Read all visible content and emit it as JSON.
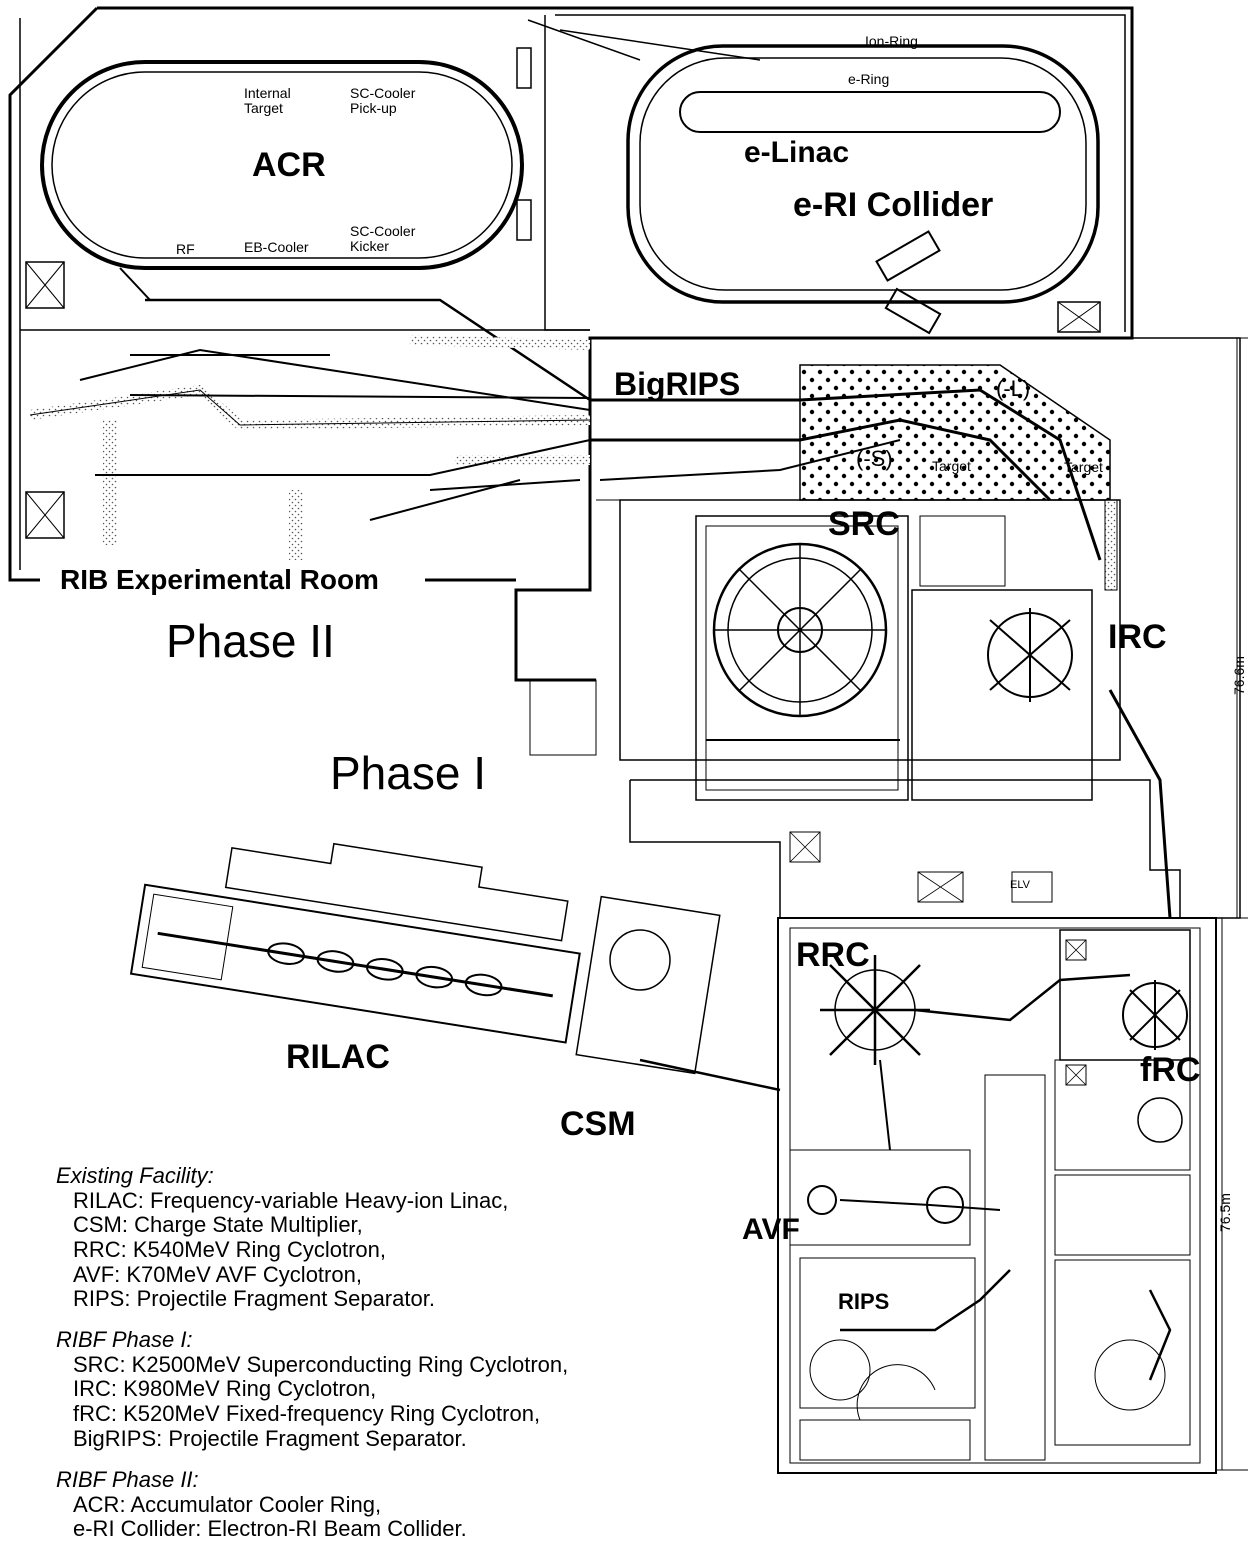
{
  "labels": {
    "acr": "ACR",
    "internal_target": "Internal\nTarget",
    "sc_cooler_pickup": "SC-Cooler\nPick-up",
    "rf": "RF",
    "eb_cooler": "EB-Cooler",
    "sc_cooler_kicker": "SC-Cooler\nKicker",
    "ion_ring": "Ion-Ring",
    "e_ring": "e-Ring",
    "e_linac": "e-Linac",
    "e_ri_collider": "e-RI Collider",
    "bigrips": "BigRIPS",
    "l_area": "(-L)",
    "s_area": "(-S)",
    "target_1": "Target",
    "target_2": "Target",
    "rib_room": "RIB Experimental Room",
    "phase_ii": "Phase II",
    "src": "SRC",
    "irc": "IRC",
    "phase_i": "Phase I",
    "dim_upper": "76.6m",
    "dim_lower": "76.5m",
    "elv": "ELV",
    "rrc": "RRC",
    "frc": "fRC",
    "rilac": "RILAC",
    "csm": "CSM",
    "avf": "AVF",
    "rips": "RIPS"
  },
  "legend": {
    "existing": {
      "heading": "Existing Facility:",
      "items": [
        "RILAC: Frequency-variable Heavy-ion Linac,",
        "CSM: Charge State Multiplier,",
        "RRC: K540MeV Ring Cyclotron,",
        "AVF: K70MeV AVF Cyclotron,",
        "RIPS: Projectile Fragment Separator."
      ]
    },
    "phase1": {
      "heading": "RIBF Phase I:",
      "items": [
        "SRC: K2500MeV Superconducting Ring Cyclotron,",
        "IRC: K980MeV Ring Cyclotron,",
        "fRC: K520MeV Fixed-frequency Ring Cyclotron,",
        "BigRIPS: Projectile Fragment Separator."
      ]
    },
    "phase2": {
      "heading": "RIBF Phase II:",
      "items": [
        "ACR: Accumulator Cooler Ring,",
        "e-RI Collider: Electron-RI Beam Collider."
      ]
    }
  },
  "colors": {
    "ink": "#000000",
    "paper": "#ffffff",
    "hatch": "#555555"
  }
}
